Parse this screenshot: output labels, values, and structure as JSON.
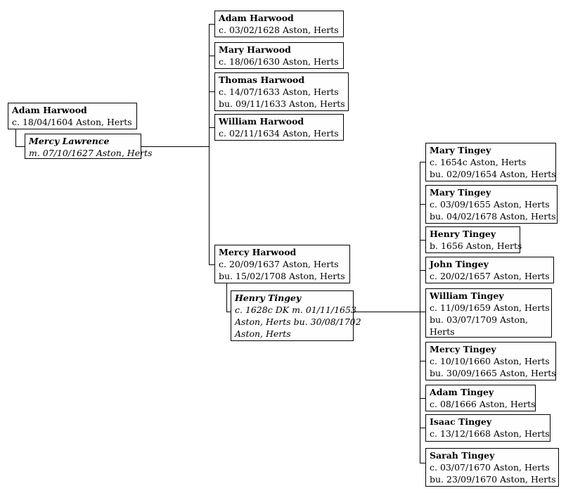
{
  "people": {
    "adam_harwood_sr": {
      "name": "Adam Harwood",
      "lines": [
        "c. 18/04/1604 Aston, Herts"
      ]
    },
    "mercy_lawrence": {
      "name": "Mercy Lawrence",
      "lines": [
        "m. 07/10/1627 Aston, Herts"
      ]
    },
    "adam_harwood_jr": {
      "name": "Adam Harwood",
      "lines": [
        "c. 03/02/1628 Aston, Herts"
      ]
    },
    "mary_harwood": {
      "name": "Mary Harwood",
      "lines": [
        "c. 18/06/1630 Aston, Herts"
      ]
    },
    "thomas_harwood": {
      "name": "Thomas Harwood",
      "lines": [
        "c. 14/07/1633 Aston, Herts",
        "bu. 09/11/1633 Aston, Herts"
      ]
    },
    "william_harwood": {
      "name": "William Harwood",
      "lines": [
        "c. 02/11/1634 Aston, Herts"
      ]
    },
    "mercy_harwood": {
      "name": "Mercy Harwood",
      "lines": [
        "c. 20/09/1637 Aston, Herts",
        "bu. 15/02/1708 Aston, Herts"
      ]
    },
    "henry_tingey_sr": {
      "name": "Henry Tingey",
      "lines": [
        "c. 1628c DK m. 01/11/1653",
        "Aston, Herts bu. 30/08/1702",
        "Aston, Herts"
      ]
    },
    "mary_tingey_1": {
      "name": "Mary Tingey",
      "lines": [
        "c. 1654c Aston, Herts",
        "bu. 02/09/1654 Aston, Herts"
      ]
    },
    "mary_tingey_2": {
      "name": "Mary Tingey",
      "lines": [
        "c. 03/09/1655 Aston, Herts",
        "bu. 04/02/1678 Aston, Herts"
      ]
    },
    "henry_tingey_jr": {
      "name": "Henry Tingey",
      "lines": [
        "b. 1656 Aston, Herts"
      ]
    },
    "john_tingey": {
      "name": "John Tingey",
      "lines": [
        "c. 20/02/1657 Aston, Herts"
      ]
    },
    "william_tingey": {
      "name": "William Tingey",
      "lines": [
        "c. 11/09/1659 Aston, Herts",
        "bu. 03/07/1709 Aston,",
        "Herts"
      ]
    },
    "mercy_tingey": {
      "name": "Mercy Tingey",
      "lines": [
        "c. 10/10/1660 Aston, Herts",
        "bu. 30/09/1665 Aston, Herts"
      ]
    },
    "adam_tingey": {
      "name": "Adam Tingey",
      "lines": [
        "c. 08/1666 Aston, Herts"
      ]
    },
    "isaac_tingey": {
      "name": "Isaac Tingey",
      "lines": [
        "c. 13/12/1668 Aston, Herts"
      ]
    },
    "sarah_tingey": {
      "name": "Sarah Tingey",
      "lines": [
        "c. 03/07/1670 Aston, Herts",
        "bu. 23/09/1670 Aston, Herts"
      ]
    }
  },
  "tree": {
    "couple_1": [
      "adam_harwood_sr",
      "mercy_lawrence"
    ],
    "couple_1_children": [
      "adam_harwood_jr",
      "mary_harwood",
      "thomas_harwood",
      "william_harwood",
      "mercy_harwood"
    ],
    "couple_2": [
      "mercy_harwood",
      "henry_tingey_sr"
    ],
    "couple_2_children": [
      "mary_tingey_1",
      "mary_tingey_2",
      "henry_tingey_jr",
      "john_tingey",
      "william_tingey",
      "mercy_tingey",
      "adam_tingey",
      "isaac_tingey",
      "sarah_tingey"
    ]
  },
  "colors": {
    "line": "#000000",
    "box_border": "#000000",
    "background": "#ffffff"
  }
}
